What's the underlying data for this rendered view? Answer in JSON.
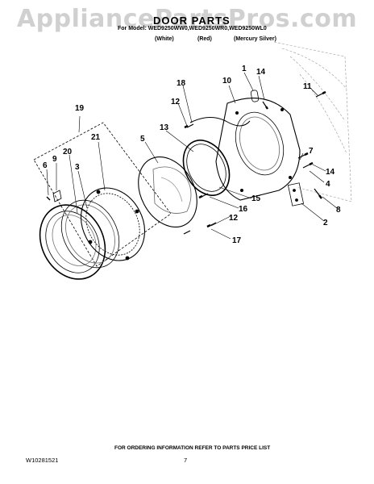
{
  "watermark": "AppliancePartsPros.com",
  "header": {
    "title": "DOOR PARTS",
    "model_line": "For Model: WED9250WW0,WED9250WR0,WED9250WL0",
    "variants": [
      "(White)",
      "(Red)",
      "(Mercury Silver)"
    ]
  },
  "callouts": [
    "1",
    "14",
    "10",
    "11",
    "18",
    "12",
    "13",
    "5",
    "19",
    "7",
    "21",
    "6",
    "9",
    "20",
    "3",
    "14",
    "4",
    "15",
    "16",
    "12",
    "8",
    "2",
    "17"
  ],
  "footer": {
    "note": "FOR ORDERING INFORMATION REFER TO PARTS PRICE LIST",
    "doc_id": "W10281521",
    "page": "7"
  }
}
